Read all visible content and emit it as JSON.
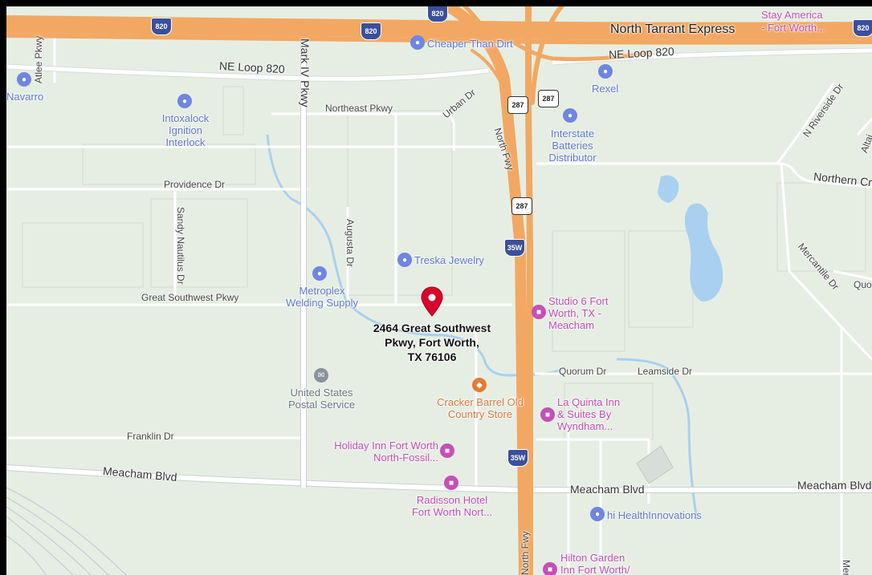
{
  "highways": {
    "north_tarrant": "North Tarrant Express",
    "i820": "820",
    "us287": "287",
    "i35w": "35W",
    "north_fwy": "North Fwy"
  },
  "streets": {
    "ne_loop_820_w": "NE Loop 820",
    "ne_loop_820_e": "NE Loop 820",
    "atlee_pkwy": "Atlee Pkwy",
    "mark_iv_pkwy": "Mark IV Pkwy",
    "northeast_pkwy": "Northeast Pkwy",
    "urban_dr": "Urban Dr",
    "providence_dr": "Providence Dr",
    "sandy_nautilus_dr": "Sandy Nautilus Dr",
    "augusta_dr": "Augusta Dr",
    "great_southwest_pkwy": "Great Southwest Pkwy",
    "franklin_dr": "Franklin Dr",
    "meacham_blvd_w": "Meacham Blvd",
    "meacham_blvd_c": "Meacham Blvd",
    "meacham_blvd_e": "Meacham Blvd",
    "quorum_dr": "Quorum Dr",
    "leamside_dr": "Leamside Dr",
    "n_riverside_dr": "N Riverside Dr",
    "northern_cross": "Northern Cro",
    "mercantile_dr": "Mercantile Dr",
    "quo": "Quo",
    "altai": "Altai",
    "north_fwy_s": "North Fwy",
    "mer": "Mer"
  },
  "pois": {
    "cheaper_than_dirt": "Cheaper Than Dirt",
    "stay_america_1": "Stay America",
    "stay_america_2": "- Fort Worth...",
    "navarro": "Navarro",
    "intoxalock_1": "Intoxalock",
    "intoxalock_2": "Ignition",
    "intoxalock_3": "Interlock",
    "rexel": "Rexel",
    "interstate_1": "Interstate",
    "interstate_2": "Batteries",
    "interstate_3": "Distributor",
    "treska": "Treska Jewelry",
    "metroplex_1": "Metroplex",
    "metroplex_2": "Welding Supply",
    "studio6_1": "Studio 6 Fort",
    "studio6_2": "Worth, TX -",
    "studio6_3": "Meacham",
    "usps_1": "United States",
    "usps_2": "Postal Service",
    "cracker_1": "Cracker Barrel Old",
    "cracker_2": "Country Store",
    "laquinta_1": "La Quinta Inn",
    "laquinta_2": "& Suites By",
    "laquinta_3": "Wyndham...",
    "holiday_1": "Holiday Inn Fort Worth",
    "holiday_2": "North-Fossil...",
    "radisson_1": "Radisson Hotel",
    "radisson_2": "Fort Worth Nort...",
    "hi_health": "hi HealthInnovations",
    "hilton_1": "Hilton Garden",
    "hilton_2": "Inn Fort Worth/"
  },
  "marker": {
    "address_line1": "2464 Great Southwest",
    "address_line2": "Pkwy, Fort Worth,",
    "address_line3": "TX 76106"
  },
  "colors": {
    "land": "#e6eee3",
    "highway": "#f2a863",
    "water": "#a9d0ef",
    "marker": "#d9042b"
  }
}
